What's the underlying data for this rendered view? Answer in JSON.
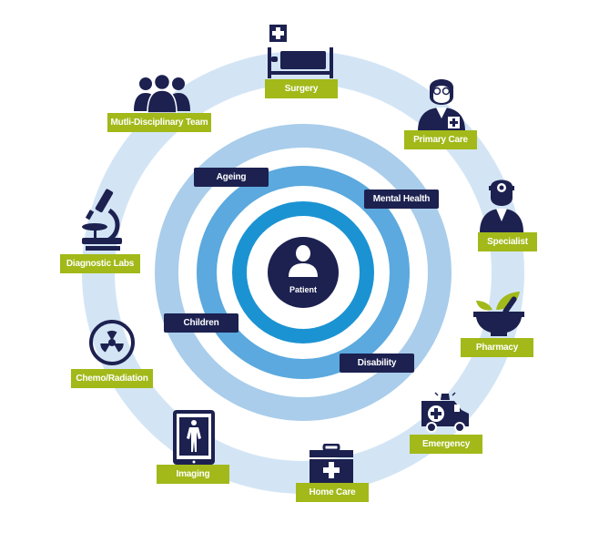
{
  "center": {
    "label": "Patient",
    "icon": "person-bust-icon"
  },
  "inner_labels": [
    {
      "id": "ageing",
      "label": "Ageing"
    },
    {
      "id": "mental-health",
      "label": "Mental Health"
    },
    {
      "id": "children",
      "label": "Children"
    },
    {
      "id": "disability",
      "label": "Disability"
    }
  ],
  "services": [
    {
      "id": "surgery",
      "label": "Surgery",
      "icon": "hospital-bed-icon"
    },
    {
      "id": "primary-care",
      "label": "Primary Care",
      "icon": "doctor-icon"
    },
    {
      "id": "specialist",
      "label": "Specialist",
      "icon": "specialist-doctor-icon"
    },
    {
      "id": "pharmacy",
      "label": "Pharmacy",
      "icon": "mortar-pestle-icon"
    },
    {
      "id": "emergency",
      "label": "Emergency",
      "icon": "ambulance-icon"
    },
    {
      "id": "home-care",
      "label": "Home Care",
      "icon": "medical-case-icon"
    },
    {
      "id": "imaging",
      "label": "Imaging",
      "icon": "xray-tablet-icon"
    },
    {
      "id": "chemo-radiation",
      "label": "Chemo/Radiation",
      "icon": "radiation-icon"
    },
    {
      "id": "diagnostic-labs",
      "label": "Diagnostic Labs",
      "icon": "microscope-icon"
    },
    {
      "id": "multidisciplinary-team",
      "label": "Mutli-Disciplinary Team",
      "icon": "group-icon"
    }
  ],
  "colors": {
    "outer_ring": "#d3e5f5",
    "middle_ring": "#a9cdeb",
    "inner_ring": "#5ba9de",
    "core_ring": "#1b93d2",
    "center_fill": "#1c2150",
    "label_green": "#a2b919",
    "label_navy": "#1c2150",
    "icon_navy": "#1c2150"
  }
}
